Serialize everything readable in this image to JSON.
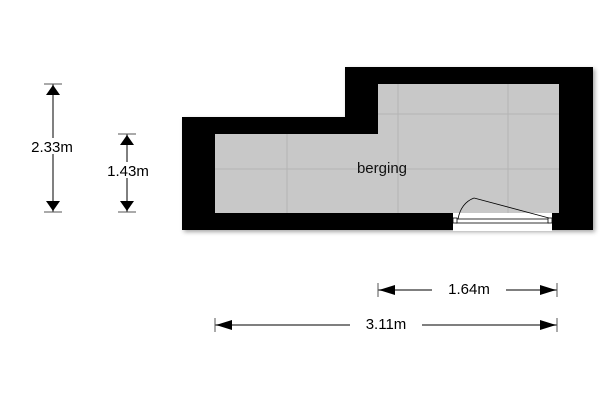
{
  "room": {
    "label": "berging"
  },
  "dimensions": {
    "total_height": "2.33m",
    "lower_height": "1.43m",
    "upper_width": "1.64m",
    "total_width": "3.11m"
  },
  "colors": {
    "wall": "#000000",
    "floor": "#c8c8c8",
    "grid": "#b4b4b4"
  }
}
